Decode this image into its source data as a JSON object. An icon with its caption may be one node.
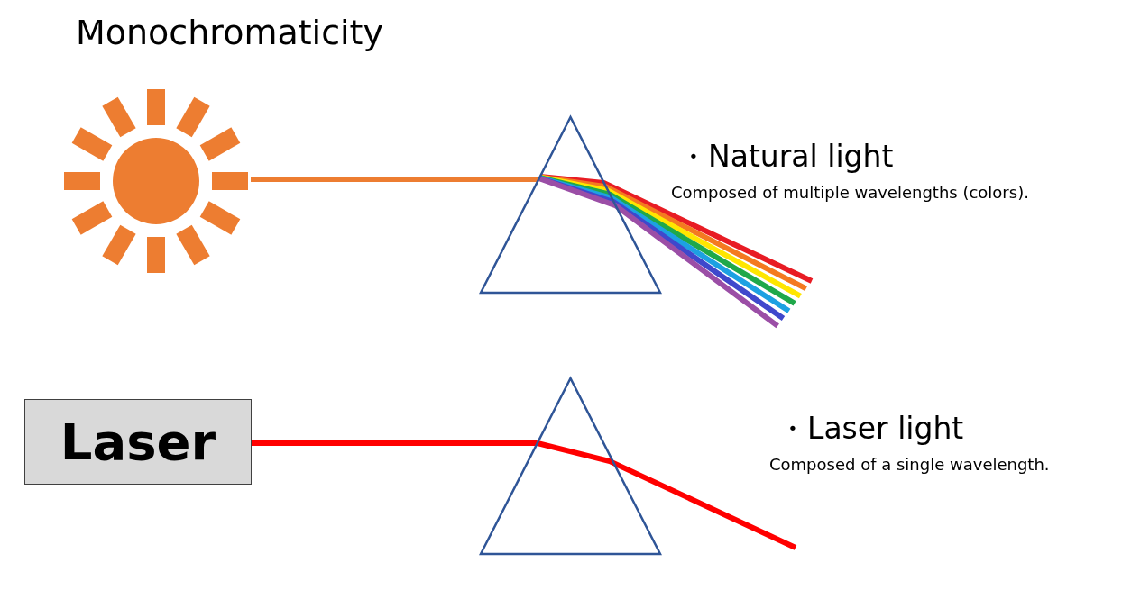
{
  "diagram": {
    "title": "Monochromaticity",
    "nodes": [
      {
        "text": [],
        "shape": "sun"
      },
      {
        "text": [],
        "shape": "triangle"
      },
      {
        "text": [
          "Laser"
        ]
      },
      {
        "text": [],
        "shape": "triangle"
      }
    ],
    "edges": [
      {
        "from": 0,
        "to": 1,
        "arrow": "none",
        "color": "#ed7d31"
      },
      {
        "from": 1,
        "to": null,
        "arrow": "none"
      },
      {
        "from": 2,
        "to": 3,
        "arrow": "none",
        "color": "#ff0000"
      },
      {
        "from": 3,
        "to": null,
        "arrow": "none",
        "color": "#ff0000"
      }
    ],
    "labels": [
      "・Natural light",
      "Composed of multiple wavelengths (colors).",
      "・Laser light",
      "Composed of a single wavelength."
    ]
  }
}
